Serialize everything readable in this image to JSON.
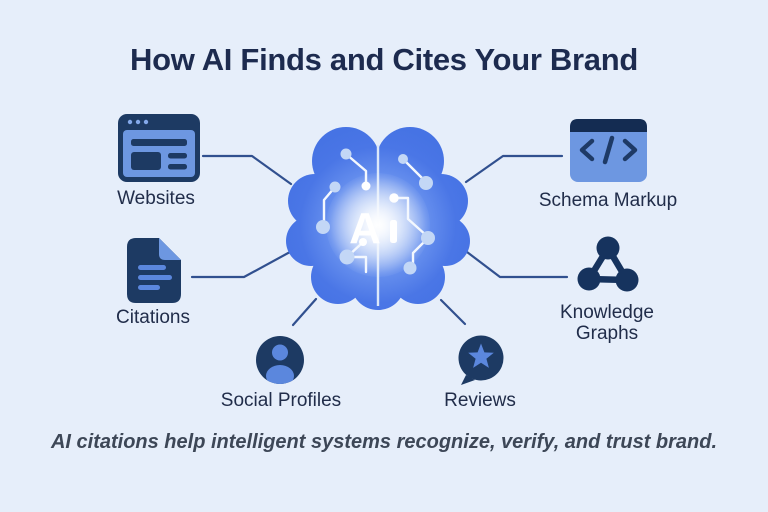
{
  "title": "How AI Finds and Cites Your Brand",
  "caption": "AI citations help intelligent systems recognize, verify, and trust brand.",
  "brain": {
    "label": "A",
    "label_full": "Ai",
    "icon": "brain-circuit-icon"
  },
  "items": {
    "websites": {
      "label": "Websites",
      "icon": "browser-window-icon"
    },
    "citations": {
      "label": "Citations",
      "icon": "document-icon"
    },
    "social": {
      "label": "Social Profiles",
      "icon": "user-circle-icon"
    },
    "reviews": {
      "label": "Reviews",
      "icon": "star-speech-bubble-icon"
    },
    "schema": {
      "label": "Schema Markup",
      "icon": "code-window-icon"
    },
    "knowledge": {
      "label": "Knowledge Graphs",
      "icon": "network-graph-icon"
    }
  },
  "colors": {
    "background": "#e6eefa",
    "title_text": "#1d2b4f",
    "label_text": "#212d4a",
    "caption_text": "#3d4757",
    "icon_navy": "#1d3a63",
    "icon_deep_navy": "#142c52",
    "icon_body_blue": "#6d97e1",
    "icon_accent_blue": "#5b87dd",
    "brain_blue": "#4a76e6",
    "circuit_white": "#f4f8fe",
    "circuit_node_blue": "#c3d7f6",
    "connector_line": "#31508f"
  }
}
